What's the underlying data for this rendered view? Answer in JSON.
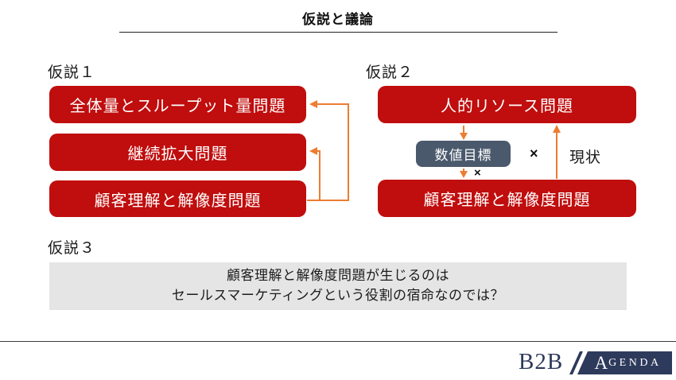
{
  "title": "仮説と議論",
  "hypothesis1": {
    "label": "仮説１",
    "boxes": [
      "全体量とスループット量問題",
      "継続拡大問題",
      "顧客理解と解像度問題"
    ]
  },
  "hypothesis2": {
    "label": "仮説２",
    "top_box": "人的リソース問題",
    "target_box": "数値目標",
    "times_main": "×",
    "times_small": "×",
    "current_label": "現状",
    "bottom_box": "顧客理解と解像度問題"
  },
  "hypothesis3": {
    "label": "仮説３",
    "statement_line1": "顧客理解と解像度問題が生じるのは",
    "statement_line2": "セールスマーケティングという役割の宿命なのでは？"
  },
  "footer": {
    "logo_b2b": "B2B",
    "logo_agenda_initial": "A",
    "logo_agenda_rest": "GENDA"
  },
  "colors": {
    "box_red": "#c00d0d",
    "box_slate": "#4a596c",
    "box_gray": "#e5e5e5",
    "arrow_orange": "#ed7d31",
    "logo_navy": "#2e3a5c",
    "text_black": "#1a1a1a"
  }
}
